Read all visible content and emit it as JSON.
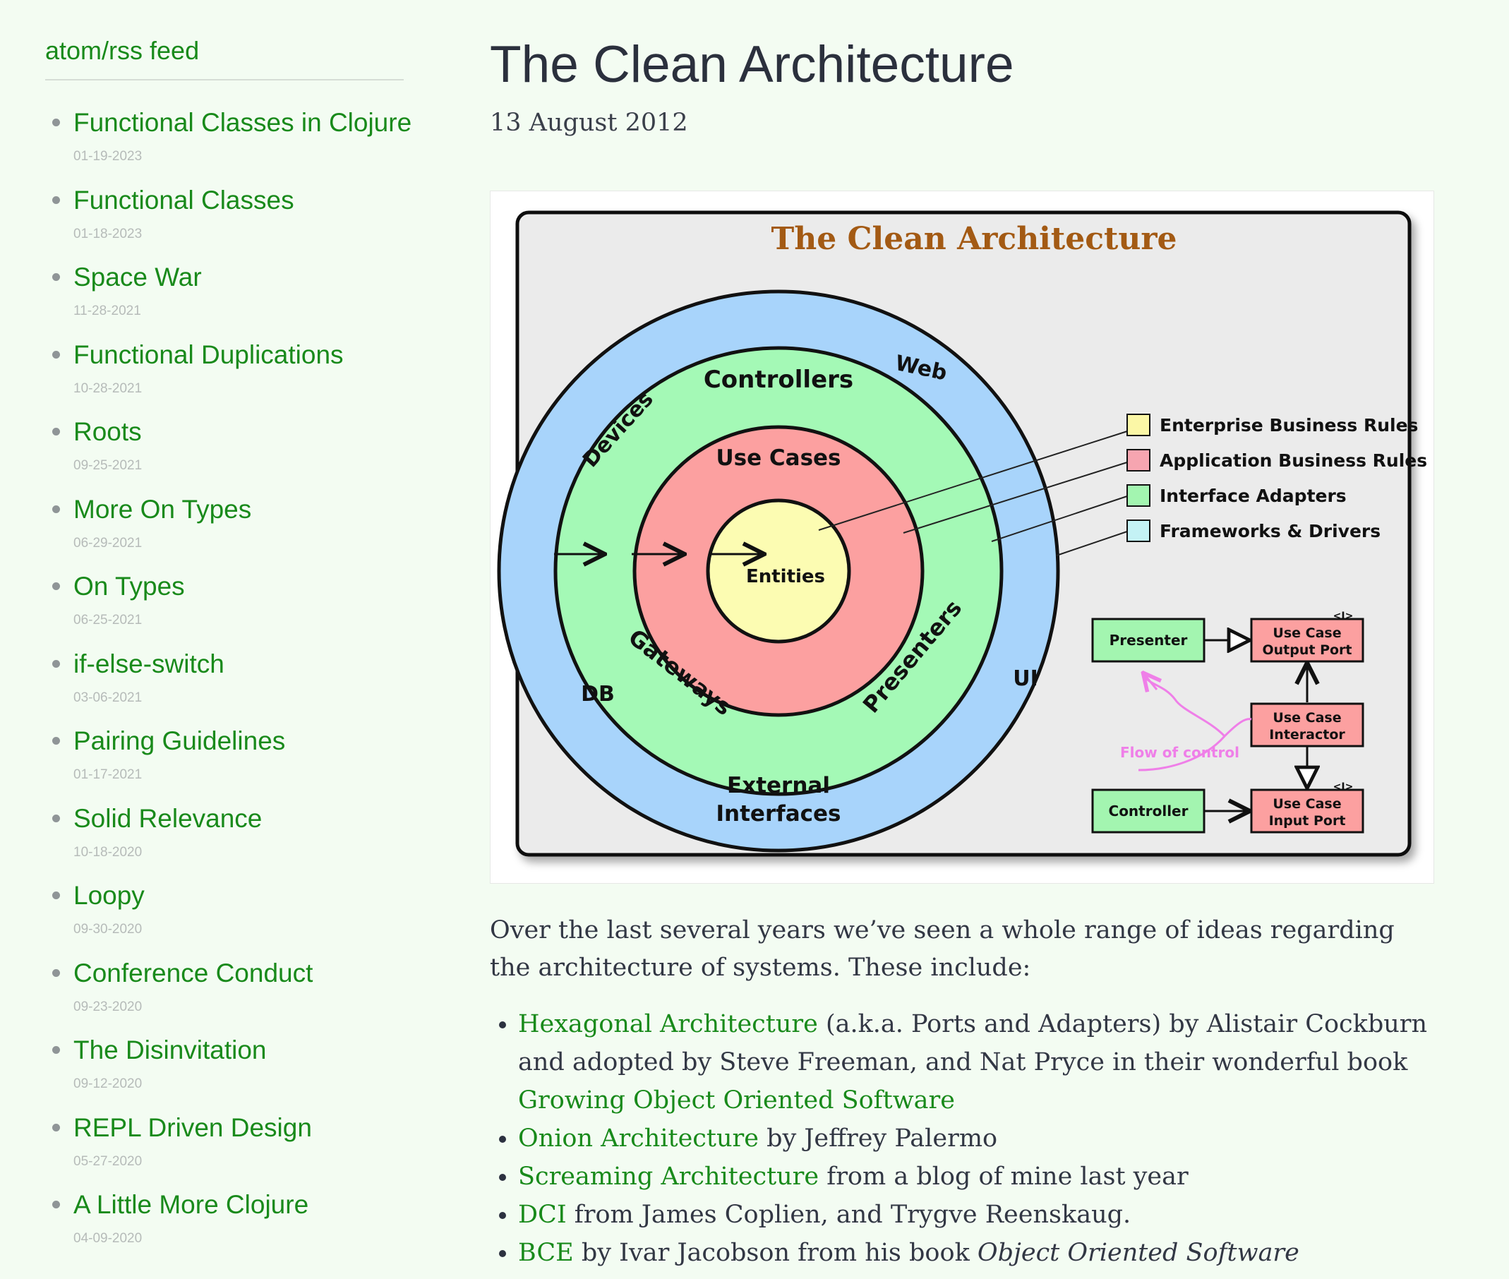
{
  "sidebar": {
    "feed_label": "atom/rss feed",
    "posts": [
      {
        "title": "Functional Classes in Clojure",
        "date": "01-19-2023"
      },
      {
        "title": "Functional Classes",
        "date": "01-18-2023"
      },
      {
        "title": "Space War",
        "date": "11-28-2021"
      },
      {
        "title": "Functional Duplications",
        "date": "10-28-2021"
      },
      {
        "title": "Roots",
        "date": "09-25-2021"
      },
      {
        "title": "More On Types",
        "date": "06-29-2021"
      },
      {
        "title": "On Types",
        "date": "06-25-2021"
      },
      {
        "title": "if-else-switch",
        "date": "03-06-2021"
      },
      {
        "title": "Pairing Guidelines",
        "date": "01-17-2021"
      },
      {
        "title": "Solid Relevance",
        "date": "10-18-2020"
      },
      {
        "title": "Loopy",
        "date": "09-30-2020"
      },
      {
        "title": "Conference Conduct",
        "date": "09-23-2020"
      },
      {
        "title": "The Disinvitation",
        "date": "09-12-2020"
      },
      {
        "title": "REPL Driven Design",
        "date": "05-27-2020"
      },
      {
        "title": "A Little More Clojure",
        "date": "04-09-2020"
      }
    ]
  },
  "article": {
    "title": "The Clean Architecture",
    "date": "13 August 2012",
    "intro": "Over the last several years we’ve seen a whole range of ideas regarding the architecture of systems. These include:",
    "list": [
      {
        "link": "Hexagonal Architecture",
        "text": " (a.k.a. Ports and Adapters) by Alistair Cockburn and adopted by Steve Freeman, and Nat Pryce in their wonderful book ",
        "link2": "Growing Object Oriented Software"
      },
      {
        "link": "Onion Architecture",
        "text": " by Jeffrey Palermo"
      },
      {
        "link": "Screaming Architecture",
        "text": " from a blog of mine last year"
      },
      {
        "link": "DCI",
        "text": " from James Coplien, and Trygve Reenskaug."
      },
      {
        "link": "BCE",
        "text": " by Ivar Jacobson from his book ",
        "italic": "Object Oriented Software"
      }
    ]
  },
  "diagram": {
    "title": "The Clean Architecture",
    "rings": {
      "entities": "Entities",
      "use_cases": "Use Cases",
      "controllers": "Controllers",
      "gateways": "Gateways",
      "presenters": "Presenters",
      "devices": "Devices",
      "web": "Web",
      "db": "DB",
      "ui": "UI",
      "external_1": "External",
      "external_2": "Interfaces"
    },
    "legend": [
      {
        "label": "Enterprise Business Rules",
        "color": "#fbf7a6"
      },
      {
        "label": "Application Business Rules",
        "color": "#f6a5b0"
      },
      {
        "label": "Interface Adapters",
        "color": "#a3f5b0"
      },
      {
        "label": "Frameworks & Drivers",
        "color": "#c4f2f5"
      }
    ],
    "flow": {
      "presenter": "Presenter",
      "controller": "Controller",
      "output_port_1": "Use Case",
      "output_port_2": "Output Port",
      "interactor_1": "Use Case",
      "interactor_2": "Interactor",
      "input_port_1": "Use Case",
      "input_port_2": "Input Port",
      "flow_label": "Flow of control",
      "interface_mark": "<I>"
    },
    "colors": {
      "outer_ring": "#a8d4fb",
      "adapter_ring": "#a4f9b6",
      "use_case_ring": "#fca0a0",
      "entities_core": "#fcfcb2",
      "title": "#a35a14",
      "flow_label": "#ef7fe8"
    }
  }
}
